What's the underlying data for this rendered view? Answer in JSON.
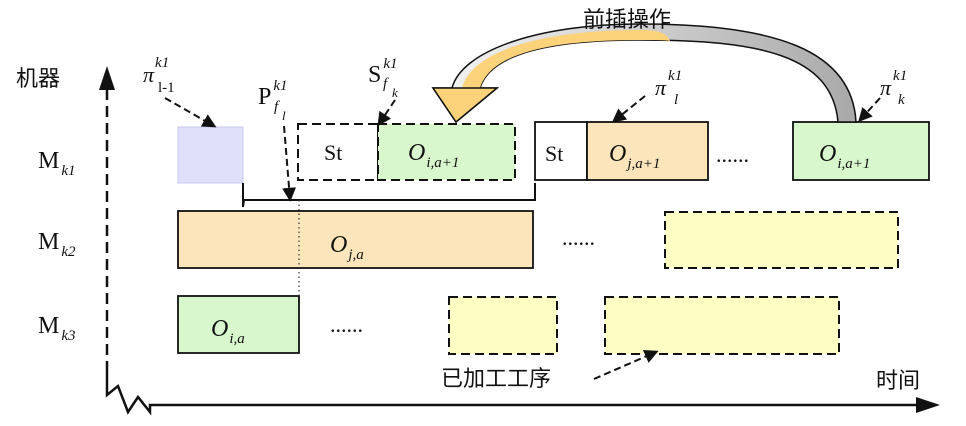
{
  "axis": {
    "y_label": "机器",
    "x_label": "时间"
  },
  "machines": [
    {
      "base": "M",
      "sub": "k1"
    },
    {
      "base": "M",
      "sub": "k2"
    },
    {
      "base": "M",
      "sub": "k3"
    }
  ],
  "blocks": {
    "st_label": "St",
    "o_i_a1": {
      "base": "O",
      "sub": "i,a+1"
    },
    "o_j_a1": {
      "base": "O",
      "sub": "j,a+1"
    },
    "o_j_a": {
      "base": "O",
      "sub": "j,a"
    },
    "o_i_a": {
      "base": "O",
      "sub": "i,a"
    }
  },
  "annotations": {
    "pi_l_minus_1": {
      "base": "π",
      "sup": "k1",
      "sub": "l-1"
    },
    "pi_l": {
      "base": "π",
      "sup": "k1",
      "sub": "l"
    },
    "pi_k": {
      "base": "π",
      "sup": "k1",
      "sub": "k"
    },
    "p_fl": {
      "base": "P",
      "sup": "k1",
      "sub": "f",
      "subsub": "l"
    },
    "s_fk": {
      "base": "S",
      "sup": "k1",
      "sub": "f",
      "subsub": "k"
    },
    "front_insert": "前插操作",
    "processed_ops": "已加工工序",
    "ellipsis": "......"
  },
  "colors": {
    "purple_block": "#e0e0fa",
    "green_block": "#d9f7cc",
    "orange_block": "#fce5bb",
    "yellow_block": "#fdfdc4",
    "arrow_fill": "#fcd27a",
    "arrow_gray": "#d0d0d0"
  }
}
